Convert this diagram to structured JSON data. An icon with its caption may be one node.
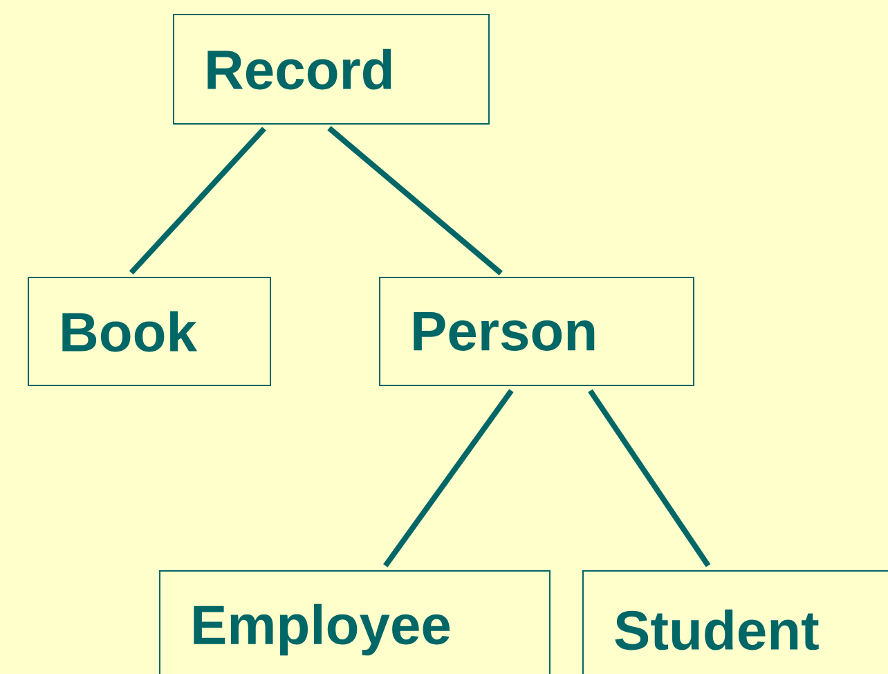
{
  "diagram": {
    "nodes": [
      {
        "text": [
          "Record"
        ]
      },
      {
        "text": [
          "Book"
        ]
      },
      {
        "text": [
          "Person"
        ]
      },
      {
        "text": [
          "Employee"
        ]
      },
      {
        "text": [
          "Student"
        ]
      }
    ],
    "edges": [
      {
        "from": 0,
        "to": 1,
        "arrow": "none"
      },
      {
        "from": 0,
        "to": 2,
        "arrow": "none"
      },
      {
        "from": 2,
        "to": 3,
        "arrow": "none"
      },
      {
        "from": 2,
        "to": 4,
        "arrow": "none"
      }
    ]
  }
}
